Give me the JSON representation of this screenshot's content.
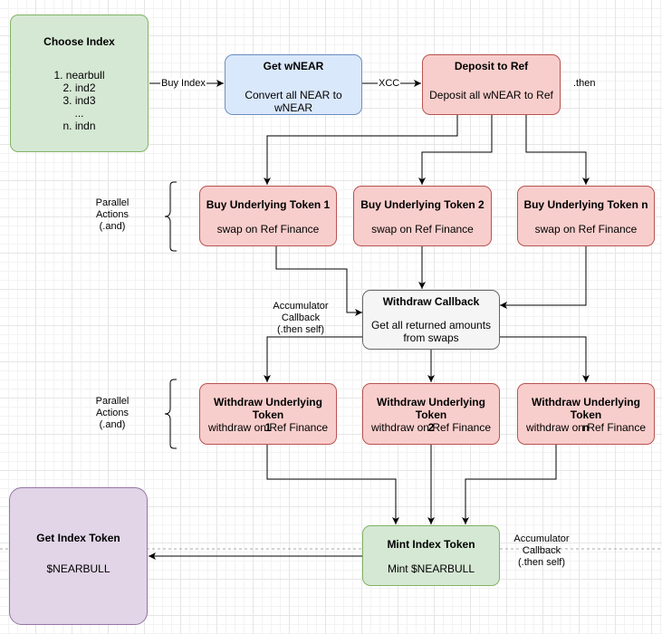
{
  "nodes": {
    "choose_index": {
      "title": "Choose Index",
      "items": [
        "1. nearbull",
        "2. ind2",
        "3. ind3",
        "...",
        "n. indn"
      ]
    },
    "get_wnear": {
      "title": "Get wNEAR",
      "body": "Convert all NEAR to wNEAR"
    },
    "deposit_ref": {
      "title": "Deposit to Ref",
      "body": "Deposit all wNEAR to Ref"
    },
    "buy_1": {
      "title": "Buy Underlying Token 1",
      "body": "swap on Ref Finance"
    },
    "buy_2": {
      "title": "Buy Underlying Token 2",
      "body": "swap on Ref Finance"
    },
    "buy_n": {
      "title": "Buy Underlying Token n",
      "body": "swap on Ref Finance"
    },
    "withdraw_callback": {
      "title": "Withdraw Callback",
      "body_line1": "Get all returned amounts",
      "body_line2": "from swaps"
    },
    "withdraw_1": {
      "title_line1": "Withdraw Underlying Token",
      "title_line2": "1",
      "body": "withdraw on Ref Finance"
    },
    "withdraw_2": {
      "title_line1": "Withdraw Underlying Token",
      "title_line2": "2",
      "body": "withdraw on Ref Finance"
    },
    "withdraw_n": {
      "title_line1": "Withdraw Underlying Token",
      "title_line2": "n",
      "body": "withdraw on Ref Finance"
    },
    "get_index_token": {
      "title": "Get Index Token",
      "body": "$NEARBULL"
    },
    "mint_index_token": {
      "title": "Mint Index Token",
      "body": "Mint $NEARBULL"
    }
  },
  "labels": {
    "buy_index": "Buy Index",
    "xcc": "XCC",
    "then": ".then",
    "parallel_1": [
      "Parallel",
      "Actions",
      "(.and)"
    ],
    "parallel_2": [
      "Parallel",
      "Actions",
      "(.and)"
    ],
    "accumulator_1": [
      "Accumulator",
      "Callback",
      "(.then self)"
    ],
    "accumulator_2": [
      "Accumulator",
      "Callback",
      "(.then self)"
    ]
  }
}
